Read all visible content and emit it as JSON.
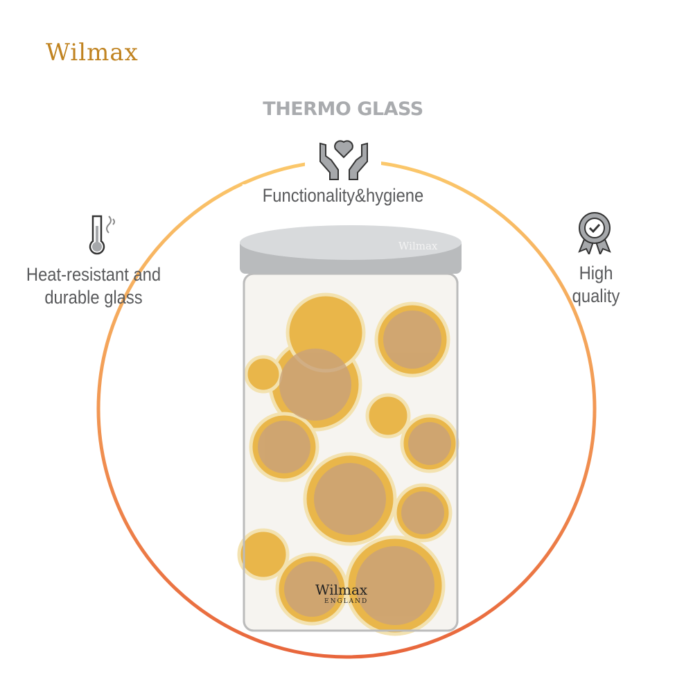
{
  "brand": {
    "logo": "Wilmax"
  },
  "headline": "THERMO GLASS",
  "features": [
    {
      "label": "Functionality&hygiene",
      "icon": "hands-heart-icon"
    },
    {
      "label_line1": "Heat-resistant and",
      "label_line2": "durable glass",
      "icon": "thermometer-icon"
    },
    {
      "label_line1": "High",
      "label_line2": "quality",
      "icon": "quality-badge-icon"
    }
  ],
  "product": {
    "lid_mark": "Wilmax",
    "jar_mark": "Wilmax",
    "jar_sub_mark": "ENGLAND"
  },
  "colors": {
    "brand": "#c08320",
    "ring_top": "#fbc86b",
    "ring_bottom": "#e8663c",
    "text": "#58595b",
    "headline": "#a9abae"
  }
}
